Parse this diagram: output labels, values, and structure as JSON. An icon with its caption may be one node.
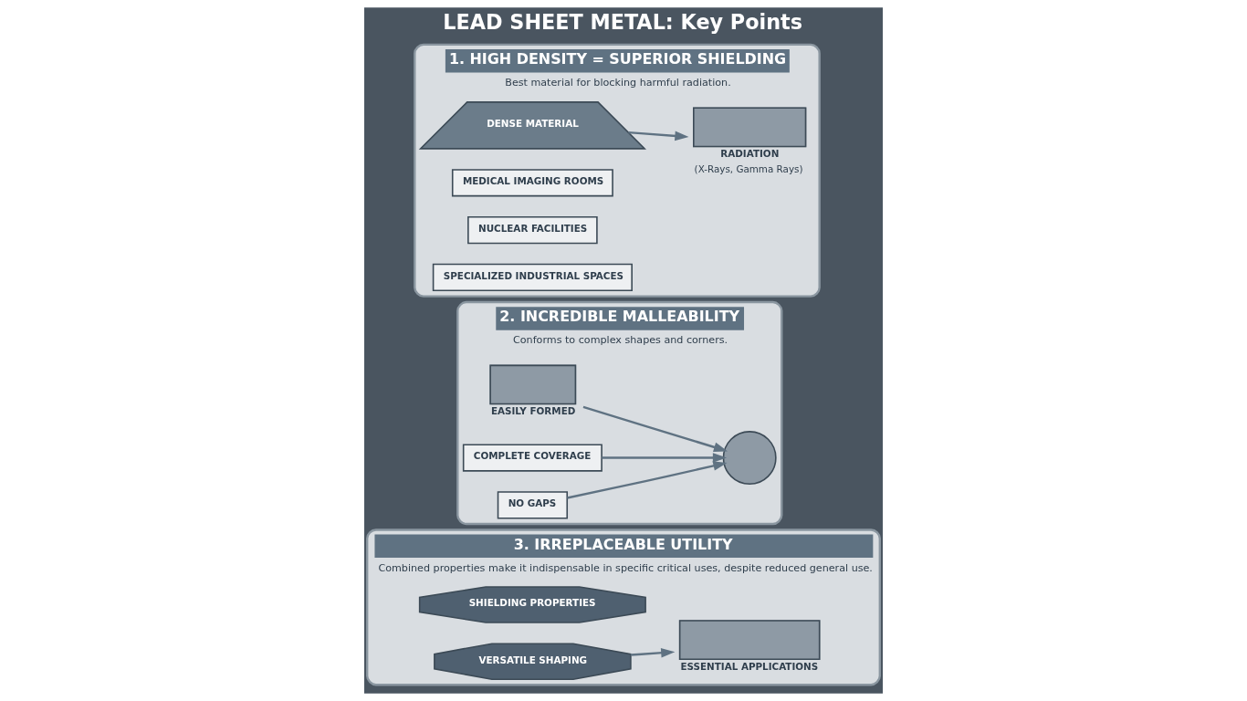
{
  "diagram": {
    "title": "LEAD SHEET METAL: Key Points",
    "nodes": [
      {
        "text": [
          "1. HIGH DENSITY = SUPERIOR SHIELDING",
          "Best material for blocking harmful radiation."
        ]
      },
      {
        "text": [
          "DENSE MATERIAL"
        ],
        "in": 0
      },
      {
        "text": [],
        "shape": "box",
        "in": 0,
        "beside": [
          "RADIATION",
          "(X-Rays, Gamma Rays)"
        ]
      },
      {
        "text": [
          "MEDICAL IMAGING ROOMS"
        ],
        "in": 0
      },
      {
        "text": [
          "NUCLEAR FACILITIES"
        ],
        "in": 0
      },
      {
        "text": [
          "SPECIALIZED INDUSTRIAL SPACES"
        ],
        "in": 0
      },
      {
        "text": [
          "2. INCREDIBLE MALLEABILITY",
          "Conforms to complex shapes and corners."
        ]
      },
      {
        "text": [],
        "shape": "box",
        "in": 6,
        "beside": [
          "EASILY FORMED"
        ]
      },
      {
        "text": [],
        "shape": "circle",
        "in": 6
      },
      {
        "text": [
          "COMPLETE COVERAGE"
        ],
        "in": 6
      },
      {
        "text": [
          "NO GAPS"
        ],
        "in": 6
      },
      {
        "text": [
          "3. IRREPLACEABLE UTILITY",
          "Combined properties make it indispensable in specific critical uses, despite reduced general use."
        ]
      },
      {
        "text": [
          "SHIELDING PROPERTIES"
        ],
        "in": 11
      },
      {
        "text": [
          "VERSATILE SHAPING"
        ],
        "in": 11
      },
      {
        "text": [],
        "shape": "box",
        "in": 11,
        "beside": [
          "ESSENTIAL APPLICATIONS"
        ]
      }
    ],
    "edges": [
      {
        "from": 1,
        "to": 2,
        "arrow": "to"
      },
      {
        "from": 7,
        "to": 8,
        "arrow": "to"
      },
      {
        "from": 9,
        "to": 8,
        "arrow": "to"
      },
      {
        "from": 10,
        "to": 8,
        "arrow": "to"
      },
      {
        "from": 13,
        "to": 14,
        "arrow": "to"
      }
    ]
  }
}
